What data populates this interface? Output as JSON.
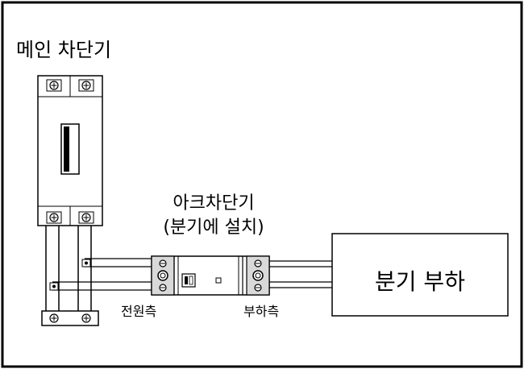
{
  "labels": {
    "main_breaker": "메인 차단기",
    "afci_title": "아크차단기",
    "afci_subtitle": "(분기에 설치)",
    "branch_load": "분기 부하",
    "line_side": "전원측",
    "load_side": "부하측"
  },
  "colors": {
    "stroke": "#000000",
    "fill": "#ffffff",
    "frame_fill": "#d9d9d9"
  }
}
